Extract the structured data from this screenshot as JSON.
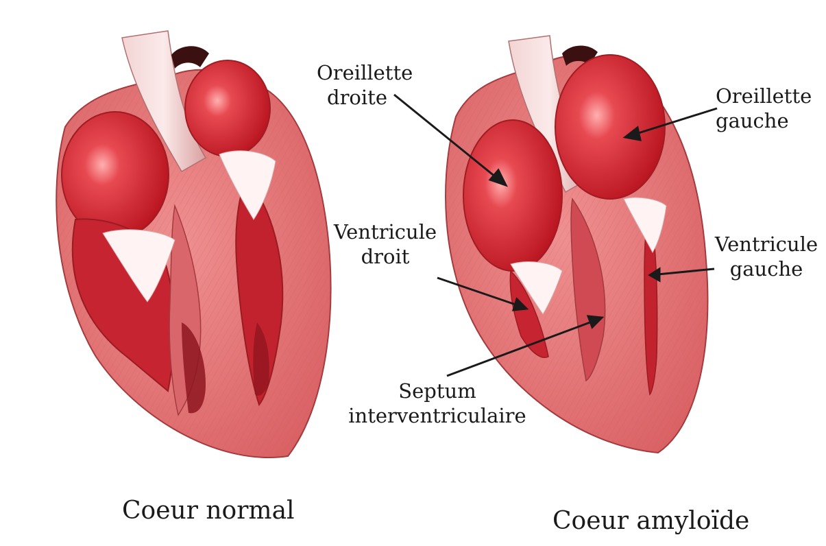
{
  "labels": {
    "oreillette_droite": [
      "Oreillette",
      "droite"
    ],
    "oreillette_gauche": [
      "Oreillette",
      "gauche"
    ],
    "ventricule_droit": [
      "Ventricule",
      "droit"
    ],
    "ventricule_gauche": [
      "Ventricule",
      "gauche"
    ],
    "septum": [
      "Septum",
      "interventriculaire"
    ]
  },
  "captions": {
    "normal": "Coeur normal",
    "amyloide": "Coeur amyloïde"
  },
  "colors": {
    "myocardium": "#e47777",
    "chamber": "#c81d2a",
    "chamber_highlight": "#ff9a9a",
    "valve_white": "#fff3f3",
    "outline": "#9e2a2a",
    "arrow": "#1a1a1a"
  }
}
